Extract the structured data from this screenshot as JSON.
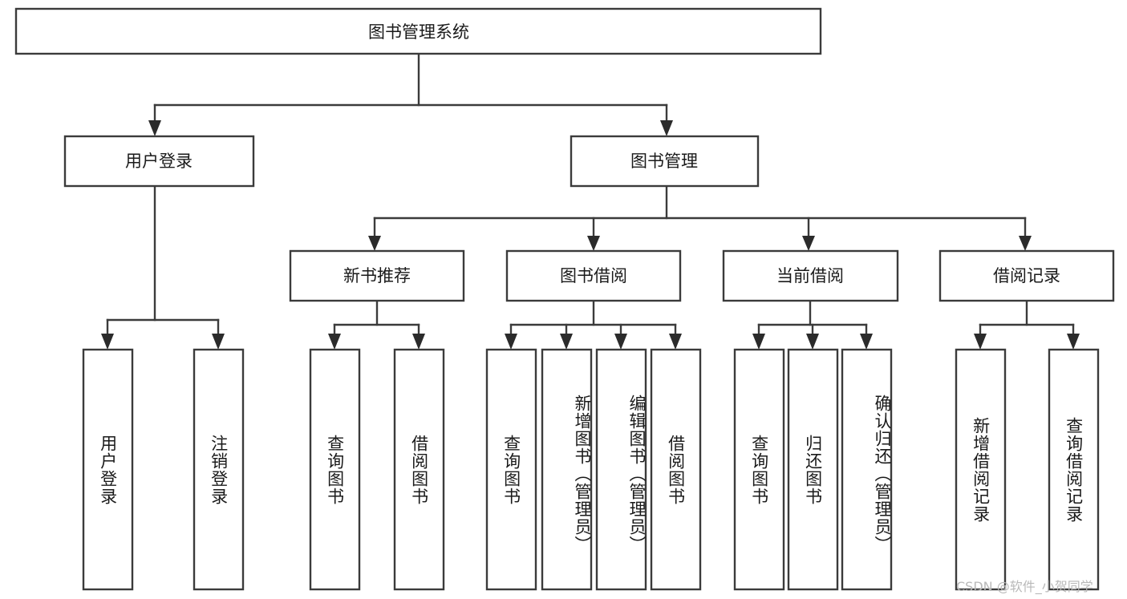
{
  "diagram": {
    "title": "图书管理系统",
    "type": "tree-hierarchy-diagram",
    "colors": {
      "box_stroke": "#3b3b3b",
      "box_fill": "#ffffff",
      "connector": "#3b3b3b",
      "text": "#1a1a1a",
      "background": "#ffffff",
      "watermark": "#b9b9b9"
    },
    "root": {
      "label": "图书管理系统"
    },
    "level1": [
      {
        "label": "用户登录"
      },
      {
        "label": "图书管理"
      }
    ],
    "level2": [
      {
        "label": "新书推荐"
      },
      {
        "label": "图书借阅"
      },
      {
        "label": "当前借阅"
      },
      {
        "label": "借阅记录"
      }
    ],
    "leaves": {
      "user_login": [
        {
          "label": "用户登录"
        },
        {
          "label": "注销登录"
        }
      ],
      "new_book_recommend": [
        {
          "label": "查询图书"
        },
        {
          "label": "借阅图书"
        }
      ],
      "book_borrow": [
        {
          "label": "查询图书"
        },
        {
          "label": "新增图书（管理员）"
        },
        {
          "label": "编辑图书（管理员）"
        },
        {
          "label": "借阅图书"
        }
      ],
      "current_borrow": [
        {
          "label": "查询图书"
        },
        {
          "label": "归还图书"
        },
        {
          "label": "确认归还（管理员）"
        }
      ],
      "borrow_record": [
        {
          "label": "新增借阅记录"
        },
        {
          "label": "查询借阅记录"
        }
      ]
    }
  },
  "watermark": {
    "text": "CSDN @软件_小贺同学"
  }
}
